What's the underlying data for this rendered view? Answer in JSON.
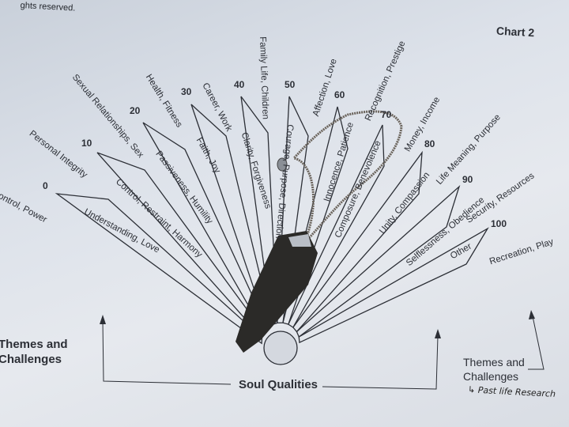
{
  "header": {
    "copyright_fragment": "ghts reserved.",
    "chart_title": "Chart 2"
  },
  "scale_numbers": [
    "0",
    "10",
    "20",
    "30",
    "40",
    "50",
    "60",
    "70",
    "80",
    "90",
    "100"
  ],
  "outer_labels": [
    "Control, Power",
    "Personal Integrity",
    "Sexual Relationships, Sex",
    "Health, Fitness",
    "Career, Work",
    "Family Life, Children",
    "Affection, Love",
    "Recognition, Prestige",
    "Money, Income",
    "Life Meaning, Purpose",
    "Security, Resources",
    "Recreation, Play"
  ],
  "inner_labels": [
    "Understanding, Love",
    "Control, Restraint, Harmony",
    "Passiveness, Humility",
    "Faith, Joy",
    "Clarity, Forgiveness",
    "Courage, Purpose, Direction",
    "Innocence, Patience",
    "Composure, Benevolence",
    "Unity, Compassion",
    "Selflessness, Obedience",
    "Other"
  ],
  "footer": {
    "left_label_line1": "Themes and",
    "left_label_line2": "Challenges",
    "center_label": "Soul Qualities",
    "right_label_line1": "Themes and",
    "right_label_line2": "Challenges",
    "handwritten_note": "↳ Past life Research"
  },
  "colors": {
    "paper": "#dde2ea",
    "ink": "#2c2f36",
    "pendulum": "#2b2a28",
    "chain": "#6b645c"
  }
}
